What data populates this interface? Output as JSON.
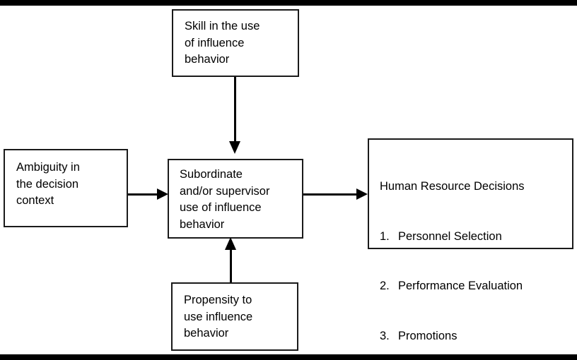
{
  "diagram": {
    "background_color": "#ffffff",
    "stroke_color": "#1a1a1a",
    "text_color": "#000000",
    "nodes": {
      "skill": {
        "text": "Skill in the use\nof influence\nbehavior"
      },
      "ambiguity": {
        "text": "Ambiguity in\nthe decision\ncontext"
      },
      "use": {
        "text": "Subordinate\nand/or supervisor\nuse of influence\nbehavior"
      },
      "propensity": {
        "text": "Propensity to\nuse influence\nbehavior"
      },
      "hr": {
        "heading": "Human Resource Decisions",
        "items": [
          {
            "num": "1.",
            "label": "Personnel Selection"
          },
          {
            "num": "2.",
            "label": "Performance Evaluation"
          },
          {
            "num": "3.",
            "label": "Promotions"
          }
        ]
      }
    },
    "connectors": [
      {
        "from": "skill",
        "to": "use",
        "direction": "down"
      },
      {
        "from": "ambiguity",
        "to": "use",
        "direction": "right"
      },
      {
        "from": "use",
        "to": "hr",
        "direction": "right"
      },
      {
        "from": "propensity",
        "to": "use",
        "direction": "up"
      }
    ]
  }
}
